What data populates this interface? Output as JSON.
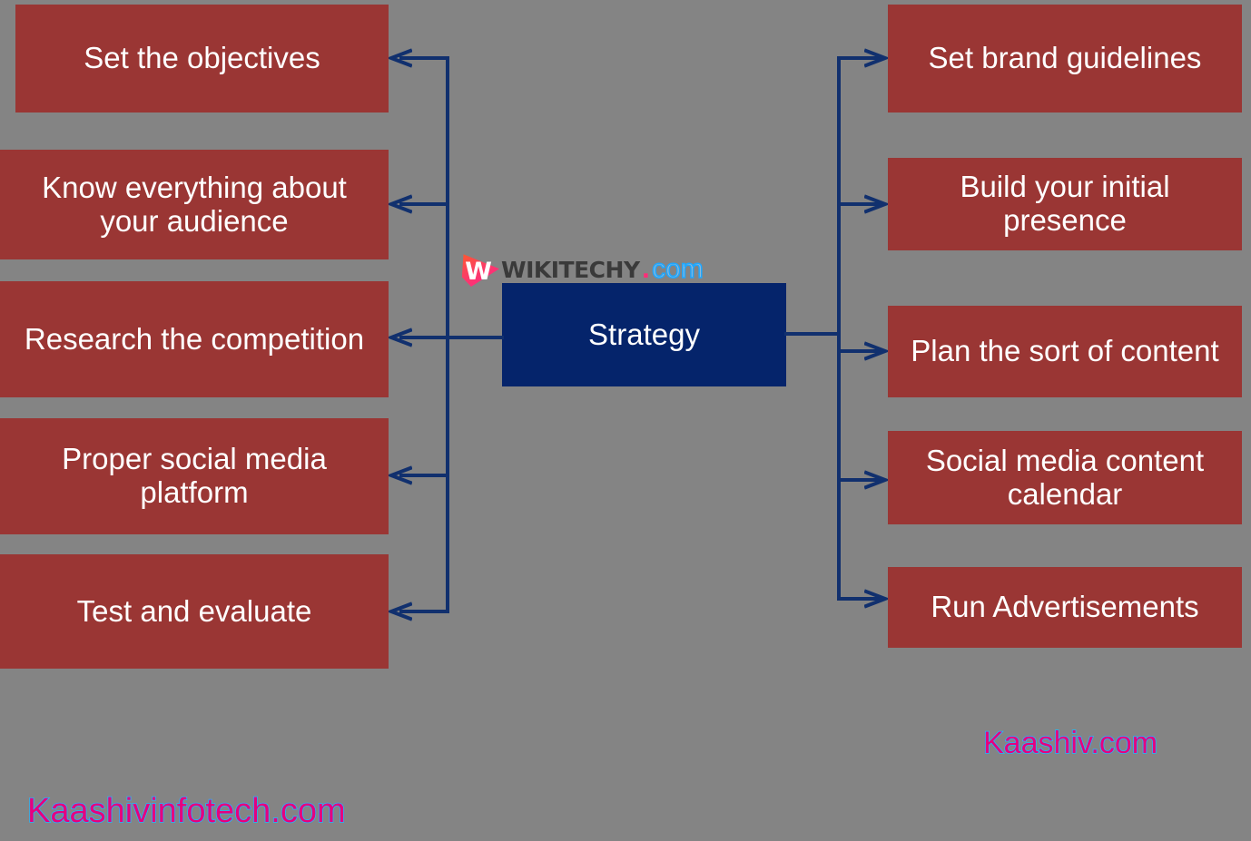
{
  "diagram": {
    "title": "Strategy",
    "center_node": {
      "label": "Strategy",
      "color": "#05246b"
    },
    "box_color": "#9a3634",
    "connector_color": "#11306e",
    "background_color": "#848484",
    "left_nodes": [
      {
        "label": "Set the objectives"
      },
      {
        "label": "Know everything about your audience"
      },
      {
        "label": "Research the competition"
      },
      {
        "label": "Proper social media platform"
      },
      {
        "label": "Test and evaluate"
      }
    ],
    "right_nodes": [
      {
        "label": "Set brand guidelines"
      },
      {
        "label": "Build your initial presence"
      },
      {
        "label": "Plan the sort of content"
      },
      {
        "label": "Social media content calendar"
      },
      {
        "label": "Run Advertisements"
      }
    ]
  },
  "branding": {
    "logo": {
      "mark_letter": "W",
      "word": "WIKITECHY",
      "dot": ".",
      "tld": "com"
    },
    "watermark_bottom_left": "Kaashivinfotech.com",
    "watermark_bottom_right": "Kaashiv.com"
  }
}
